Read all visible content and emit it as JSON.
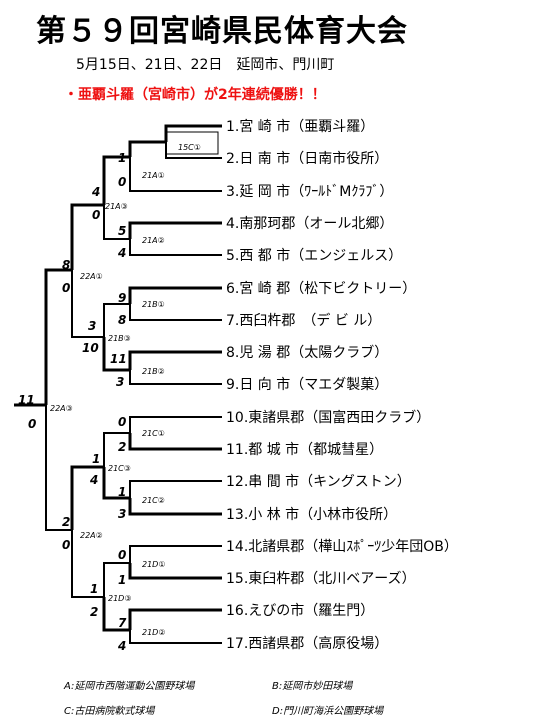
{
  "title": "第５９回宮崎県民体育大会",
  "subtitle": "5月15日、21日、22日　延岡市、門川町",
  "champion": "・亜覇斗羅（宮崎市）が2年連続優勝！！",
  "teams": [
    "1.宮 崎 市（亜覇斗羅）",
    "2.日 南 市（日南市役所）",
    "3.延 岡 市（ﾜｰﾙﾄﾞMｸﾗﾌﾞ）",
    "4.南那珂郡（オール北郷）",
    "5.西 都 市（エンジェルス）",
    "6.宮 崎 郡（松下ビクトリー）",
    "7.西臼杵郡　（デ ビ ル）",
    "8.児 湯 郡（太陽クラブ）",
    "9.日 向 市（マエダ製菓）",
    "10.東諸県郡（国富西田クラブ）",
    "11.都 城 市（都城彗星）",
    "12.串 間 市（キングストン）",
    "13.小 林 市（小林市役所）",
    "14.北諸県郡（樺山ｽﾎﾟｰﾂ少年団OB）",
    "15.東臼杵郡（北川ベアーズ）",
    "16.えびの市（羅生門）",
    "17.西諸県郡（高原役場）"
  ],
  "games": {
    "g_15C1": "15C①",
    "g_21A1": "21A①",
    "g_21A3": "21A③",
    "g_21A2": "21A②",
    "g_22A1": "22A①",
    "g_21B1": "21B①",
    "g_21B3": "21B③",
    "g_21B2": "21B②",
    "g_22A3": "22A③",
    "g_21C1": "21C①",
    "g_21C3": "21C③",
    "g_21C2": "21C②",
    "g_22A2": "22A②",
    "g_21D1": "21D①",
    "g_21D3": "21D③",
    "g_21D2": "21D②"
  },
  "scores": {
    "s1": "1",
    "s2": "0",
    "s3": "4",
    "s4": "0",
    "s5": "5",
    "s6": "4",
    "s7": "8",
    "s8": "0",
    "s9": "9",
    "s10": "8",
    "s11": "3",
    "s12": "10",
    "s13": "11",
    "s14": "3",
    "s15": "11",
    "s16": "0",
    "s17": "0",
    "s18": "2",
    "s19": "1",
    "s20": "4",
    "s21": "1",
    "s22": "3",
    "s23": "2",
    "s24": "0",
    "s25": "0",
    "s26": "1",
    "s27": "1",
    "s28": "2",
    "s29": "7",
    "s30": "4"
  },
  "venues": {
    "A": "A:延岡市西階運動公園野球場",
    "B": "B:延岡市妙田球場",
    "C": "C:古田病院軟式球場",
    "D": "D:門川町海浜公園野球場"
  }
}
